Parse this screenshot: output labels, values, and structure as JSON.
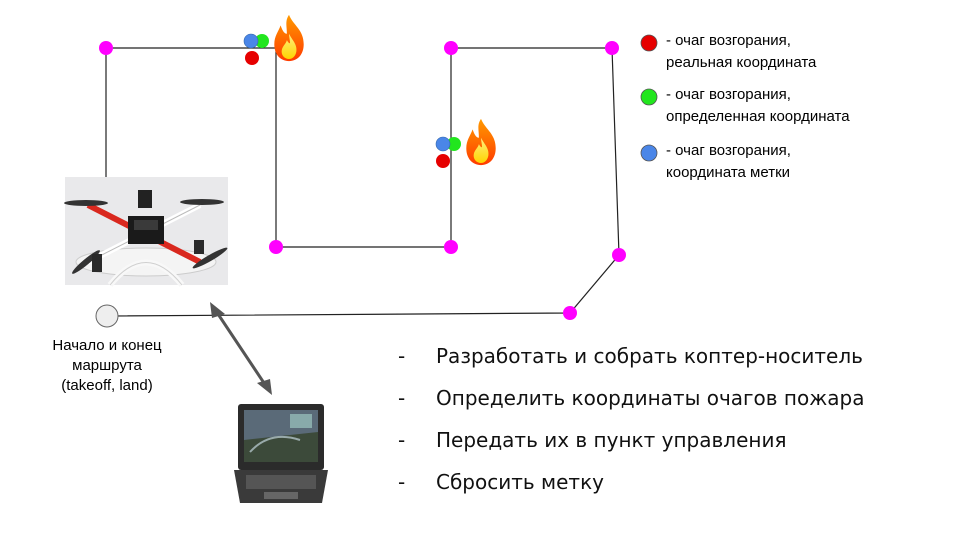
{
  "legend": [
    {
      "color": "#e60000",
      "line1": "- очаг возгорания,",
      "line2": "реальная координата"
    },
    {
      "color": "#22e61e",
      "line1": "- очаг возгорания,",
      "line2": "определенная координата"
    },
    {
      "color": "#4a86e8",
      "line1": "- очаг возгорания,",
      "line2": "координата метки"
    }
  ],
  "start_point": {
    "lines": [
      "Начало и конец",
      "маршрута",
      "(takeoff, land)"
    ]
  },
  "tasks": [
    {
      "dash": "-",
      "text": "Разработать и собрать коптер-носитель"
    },
    {
      "dash": "-",
      "text": "Определить координаты очагов пожара"
    },
    {
      "dash": "-",
      "text": "Передать их в пункт управления"
    },
    {
      "dash": "-",
      "text": "Сбросить метку"
    }
  ],
  "colors": {
    "waypoint": "#ff00ff",
    "start": "#eeeeee",
    "route_line": "#222222",
    "link_arrow": "#555555"
  },
  "icons": [
    "fire-icon",
    "drone-photo",
    "laptop-icon"
  ]
}
